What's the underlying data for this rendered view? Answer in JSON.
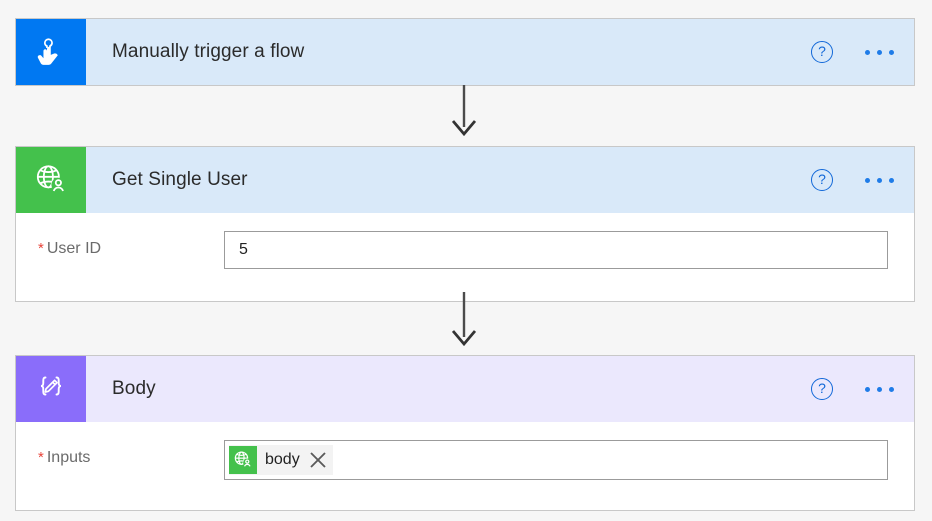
{
  "flow": {
    "steps": [
      {
        "id": "manual-trigger",
        "title": "Manually trigger a flow",
        "icon": "touch-tap-icon",
        "icon_color": "#0078f2",
        "header_color": "#d9e9f9",
        "help_label": "?",
        "menu_label": "",
        "parameters": []
      },
      {
        "id": "get-single-user",
        "title": "Get Single User",
        "icon": "globe-user-icon",
        "icon_color": "#44c14c",
        "header_color": "#d9e9f9",
        "help_label": "?",
        "menu_label": "",
        "parameters": [
          {
            "label": "User ID",
            "required": true,
            "required_marker": "*",
            "type": "text",
            "value": "5",
            "placeholder": ""
          }
        ]
      },
      {
        "id": "compose-body",
        "title": "Body",
        "icon": "compose-braces-pencil-icon",
        "icon_color": "#8a6dfa",
        "header_color": "#ebe8fd",
        "help_label": "?",
        "menu_label": "",
        "parameters": [
          {
            "label": "Inputs",
            "required": true,
            "required_marker": "*",
            "type": "token",
            "token": {
              "label": "body",
              "icon": "globe-user-icon",
              "icon_color": "#44c14c",
              "remove_label": "×"
            },
            "placeholder": ""
          }
        ]
      }
    ],
    "connectors": [
      {
        "from": "manual-trigger",
        "to": "get-single-user",
        "style": "arrow-down"
      },
      {
        "from": "get-single-user",
        "to": "compose-body",
        "style": "arrow-down"
      }
    ],
    "colors": {
      "canvas_background": "#f6f6f6",
      "card_background": "#ffffff",
      "card_border": "#c8c8c8",
      "trigger_header": "#d9e9f9",
      "compose_header": "#ebe8fd",
      "accent_blue": "#1f7ce8",
      "required_red": "#e8443a",
      "arrow": "#4b4b4b"
    }
  }
}
